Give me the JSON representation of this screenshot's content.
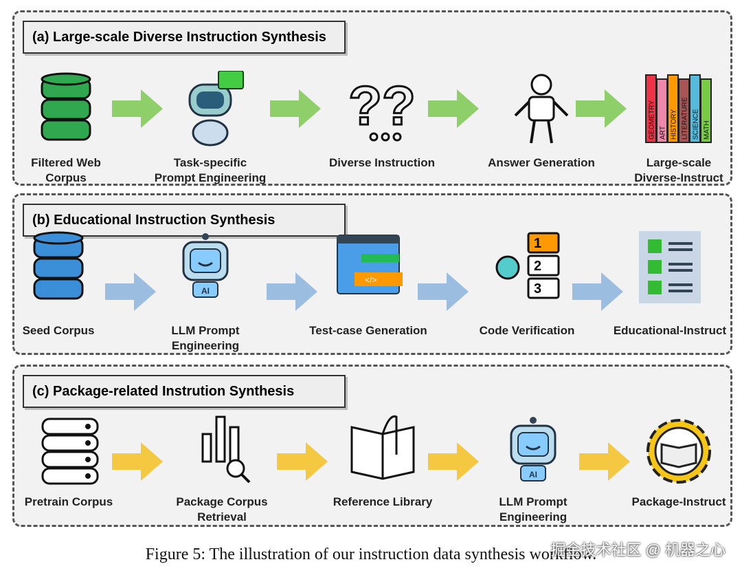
{
  "panels": [
    {
      "title": "(a) Large-scale Diverse Instruction Synthesis",
      "arrow_color": "#8fcf6a",
      "items": [
        {
          "label": "Filtered Web\nCorpus",
          "icon": "database-green-icon"
        },
        {
          "label": "Task-specific\nPrompt Engineering",
          "icon": "robot-chat-icon"
        },
        {
          "label": "Diverse Instruction",
          "icon": "question-marks-icon"
        },
        {
          "label": "Answer Generation",
          "icon": "robot-icon"
        },
        {
          "label": "Large-scale\nDiverse-Instruct",
          "icon": "books-icon",
          "book_labels": [
            "GEOMETRY",
            "ART",
            "HISTORY",
            "LITERATURE",
            "SCIENCE",
            "MATH"
          ]
        }
      ]
    },
    {
      "title": "(b) Educational Instruction Synthesis",
      "arrow_color": "#9bbde0",
      "items": [
        {
          "label": "Seed Corpus",
          "icon": "database-blue-icon"
        },
        {
          "label": "LLM Prompt\nEngineering",
          "icon": "ai-robot-icon",
          "badge": "AI"
        },
        {
          "label": "Test-case Generation",
          "icon": "code-window-icon"
        },
        {
          "label": "Code Verification",
          "icon": "gear-steps-icon",
          "steps": [
            "1",
            "2",
            "3"
          ]
        },
        {
          "label": "Educational-Instruct",
          "icon": "checklist-icon"
        }
      ]
    },
    {
      "title": "(c) Package-related Instrution Synthesis",
      "arrow_color": "#f5c842",
      "items": [
        {
          "label": "Pretrain Corpus",
          "icon": "server-icon"
        },
        {
          "label": "Package Corpus\nRetrieval",
          "icon": "chart-search-icon"
        },
        {
          "label": "Reference Library",
          "icon": "open-book-icon"
        },
        {
          "label": "LLM Prompt\nEngineering",
          "icon": "ai-robot-icon",
          "badge": "AI"
        },
        {
          "label": "Package-Instruct",
          "icon": "book-gear-icon"
        }
      ]
    }
  ],
  "caption": "Figure 5: The illustration of our instruction data synthesis workflow.",
  "watermark": "掘金技术社区 @ 机器之心"
}
